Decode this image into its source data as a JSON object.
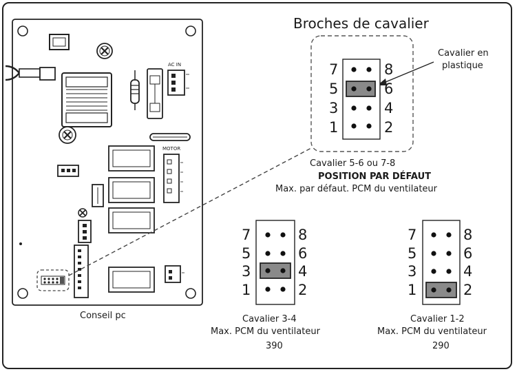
{
  "title": "Broches de cavalier",
  "callout": {
    "line1": "Cavalier en",
    "line2": "plastique"
  },
  "board": {
    "label": "Conseil pc",
    "ac_in_label": "AC IN",
    "motor_label": "MOTOR"
  },
  "default_block": {
    "pins_left": [
      "7",
      "5",
      "3",
      "1"
    ],
    "pins_right": [
      "8",
      "6",
      "4",
      "2"
    ],
    "line1": "Cavalier 5-6 ou 7-8",
    "line2": "POSITION PAR DÉFAUT",
    "line3": "Max. par défaut. PCM du ventilateur"
  },
  "block_34": {
    "pins_left": [
      "7",
      "5",
      "3",
      "1"
    ],
    "pins_right": [
      "8",
      "6",
      "4",
      "2"
    ],
    "line1": "Cavalier 3-4",
    "line2": "Max. PCM du ventilateur",
    "line3": "390"
  },
  "block_12": {
    "pins_left": [
      "7",
      "5",
      "3",
      "1"
    ],
    "pins_right": [
      "8",
      "6",
      "4",
      "2"
    ],
    "line1": "Cavalier 1-2",
    "line2": "Max. PCM du ventilateur",
    "line3": "290"
  },
  "colors": {
    "ink": "#1a1a1a",
    "jumper": "#8a8a8a",
    "frame": "#222222"
  }
}
